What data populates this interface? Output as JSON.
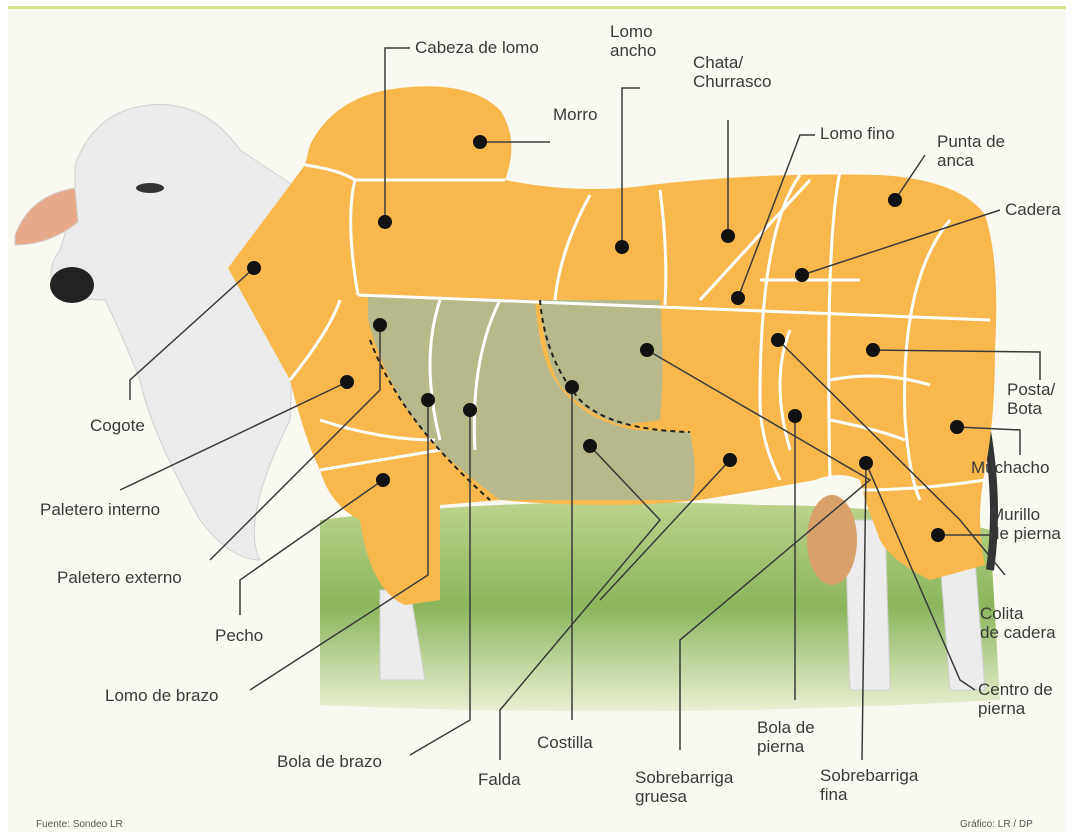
{
  "labels": {
    "cabeza_de_lomo": "Cabeza de lomo",
    "lomo_ancho": "Lomo\nancho",
    "chata": "Chata/\nChurrasco",
    "morro": "Morro",
    "lomo_fino": "Lomo fino",
    "punta_de_anca": "Punta de\nanca",
    "cadera": "Cadera",
    "posta": "Posta/\nBota",
    "muchacho": "Muchacho",
    "murillo": "Murillo\nde pierna",
    "colita": "Colita\nde cadera",
    "centro_de_pierna": "Centro de\npierna",
    "cogote": "Cogote",
    "paletero_interno": "Paletero interno",
    "paletero_externo": "Paletero externo",
    "pecho": "Pecho",
    "lomo_de_brazo": "Lomo de brazo",
    "bola_de_brazo": "Bola de brazo",
    "falda": "Falda",
    "costilla": "Costilla",
    "sobrebarriga_gruesa": "Sobrebarriga\ngruesa",
    "bola_de_pierna": "Bola de\npierna",
    "sobrebarriga_fina": "Sobrebarriga\nfina"
  },
  "source": "Fuente: Sondeo LR",
  "credit": "Gráfico: LR / DP",
  "colors": {
    "cut_orange": "#f9b84e",
    "cut_green": "#b8b98a",
    "cut_line": "#ffffff",
    "leader_line": "#3a3a3a",
    "dot": "#111111",
    "grass": "#7fae4a",
    "hide": "#ececec"
  }
}
